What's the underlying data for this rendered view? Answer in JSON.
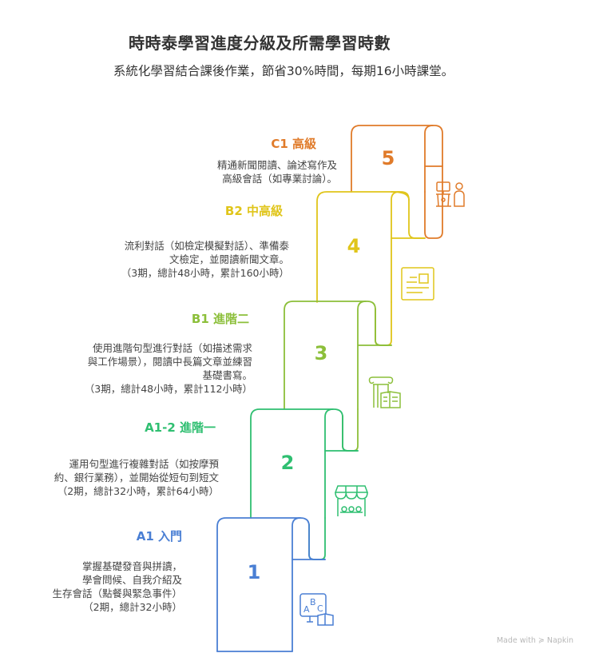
{
  "header": {
    "title": "時時泰學習進度分級及所需學習時數",
    "subtitle": "系統化學習結合課後作業，節省30%時間，每期16小時課堂。"
  },
  "levels": [
    {
      "step": "1",
      "name": "A1 入門",
      "color": "#4a7fd4",
      "icon": "abc-book-icon",
      "desc": [
        "掌握基礎發音與拼讀，",
        "學會問候、自我介紹及",
        "生存會話（點餐與緊急事件）",
        "（2期，總計32小時）"
      ]
    },
    {
      "step": "2",
      "name": "A1-2 進階一",
      "color": "#2fbf71",
      "icon": "market-stall-icon",
      "desc": [
        "運用句型進行複雜對話（如按摩預",
        "約、銀行業務），並開始從短句到短文",
        "（2期，總計32小時，累計64小時）"
      ]
    },
    {
      "step": "3",
      "name": "B1 進階二",
      "color": "#8cbf3a",
      "icon": "column-book-icon",
      "desc": [
        "使用進階句型進行對話（如描述需求",
        "與工作場景），閱讀中長篇文章並練習",
        "基礎書寫。",
        "（3期，總計48小時，累計112小時）"
      ]
    },
    {
      "step": "4",
      "name": "B2 中高級",
      "color": "#e0c51a",
      "icon": "newspaper-icon",
      "desc": [
        "流利對話（如檢定模擬對話）、準備泰",
        "文檢定，並閱讀新聞文章。",
        "（3期，總計48小時，累計160小時）"
      ]
    },
    {
      "step": "5",
      "name": "C1 高級",
      "color": "#e07b2a",
      "icon": "presenter-podium-icon",
      "desc": [
        "精通新聞閱讀、論述寫作及",
        "高級會話（如專業討論）。"
      ]
    }
  ],
  "footer": {
    "watermark": "Made with ≽ Napkin"
  }
}
